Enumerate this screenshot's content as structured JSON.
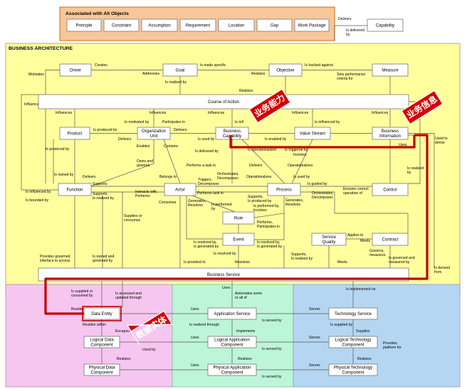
{
  "colors": {
    "assoc_fill": "#f7c79a",
    "assoc_border": "#e07b2a",
    "business_fill": "#ffff9e",
    "data_fill": "#f6c6f0",
    "app_fill": "#bdf5d9",
    "tech_fill": "#b5d6f2",
    "box_fill": "#ffffff",
    "box_border": "#777777",
    "line": "#555555",
    "highlight": "#c00000",
    "callout_fill": "#d40000",
    "callout_text": "#ffffff"
  },
  "associated": {
    "title": "Associated with All Objects",
    "items": [
      "Principle",
      "Constraint",
      "Assumption",
      "Requirement",
      "Location",
      "Gap",
      "Work Package"
    ]
  },
  "capability": "Capability",
  "business_architecture": "BUSINESS ARCHITECTURE",
  "entities": {
    "driver": "Driver",
    "goal": "Goal",
    "objective": "Objective",
    "measure": "Measure",
    "course_of_action": "Course of Action",
    "product": "Product",
    "org_unit": "Organization\nUnit",
    "business_capability": "Business\nCapability",
    "value_stream": "Value Stream",
    "business_information": "Business\nInformation",
    "function": "Function",
    "actor": "Actor",
    "process": "Process",
    "control": "Control",
    "role": "Role",
    "event": "Event",
    "service_quality": "Service\nQuality",
    "contract": "Contract",
    "business_service": "Business Service",
    "data_entity": "Data Entity",
    "logical_data_component": "Logical Data\nComponent",
    "physical_data_component": "Physical Data\nComponent",
    "application_service": "Application Service",
    "logical_application_component": "Logical Application\nComponent",
    "physical_application_component": "Physical Application\nComponent",
    "technology_service": "Technology Service",
    "logical_technology_component": "Logical Technology\nComponent",
    "physical_technology_component": "Physical Technology\nComponent"
  },
  "callouts": {
    "business_capability": "业务能力",
    "business_information": "业务信息",
    "data_entity": "数据实体"
  },
  "labels": {
    "delivers_top": "Delivers",
    "is_delivered_by": "Is delivered\nby",
    "motivates": "Motivates",
    "creates": "Creates",
    "addresses": "Addresses",
    "is_made_specific": "Is made specific",
    "realizes_goal": "Realizes",
    "is_tracked_against": "Is tracked against",
    "sets_performance": "Sets performance\ncriteria for",
    "is_realized_by_goal": "Is realized by",
    "realizes_coa": "Realizes",
    "influences_left": "Influences",
    "influences_1": "Influences",
    "influences_2": "Influences",
    "influences_3": "Influences",
    "influences_4": "Influences",
    "influences_5": "Influences",
    "is_infl": "Is infl",
    "is_influenced_by": "Is influenced by",
    "is_produced_by": "Is produced by",
    "is_motivated_by": "Is motivated by",
    "participates_in": "Participates in",
    "is_produced_by_left": "Is produced by",
    "delivers_org": "Delivers",
    "delivers_org2": "Delivers",
    "is_used_by": "Is used by",
    "is_enabled_by": "Is enabled by",
    "used_to_derive": "Used to\nderive",
    "uses_info": "Uses",
    "enables": "Enables",
    "contains": "Contains",
    "is_delivered_by_cap": "Is delivered by",
    "is_operationalized": "Is operationalized",
    "is_triggered_by": "Is triggered by",
    "involves": "Involves",
    "owns_and_governs": "Owns and\ngoverns",
    "performs_task": "Performs a task in",
    "delivers_mid": "Delivers",
    "operationalizes": "Operationalizes",
    "is_realized_by_right": "Is realized\nby",
    "is_owned_by": "Is owned by",
    "delivers_fn": "Delivers",
    "belongs_to": "Belongs to",
    "triggers": "Triggers,\nDecomposes",
    "orchestrates_top": "Orchestrates,\nDecomposes",
    "operationalizes_2": "Operationalizes",
    "is_used_by_2": "Is used by",
    "is_guided_by": "Is guided by",
    "is_influenced_by_left": "Is influenced by",
    "supports": "Supports",
    "supports_realized": "Supports,\nIs realized by",
    "interacts_with": "Interacts with,\nPerforms",
    "performs_task_2": "Performs task in",
    "supports_produced": "Supports,\nIs produced by",
    "orchestrates_decomposes": "Orchestrates,\nDecomposes",
    "ensures_correct": "Ensures correct\noperation of",
    "is_bounded_by": "Is bounded by",
    "consumes": "Consumes",
    "generates_resolves": "Generates,\nResolves",
    "is_performed_by": "Is performed\nby",
    "is_performed_involves": "Is performed by,\nInvolves",
    "generates_resolves_2": "Generates,\nResolves",
    "supplies_or_consumes": "Supplies or\nconsumes",
    "performs_participates": "Performs,\nParticipates in",
    "applies_to": "Applies to",
    "meets": "Meets",
    "is_resolved_by": "Is resolved by,\nIs generated by",
    "is_resolved_by_2": "Is resolved by,\nIs generated by",
    "governs_measures": "Governs,\nmeasures",
    "provides_governed": "Provides governed\ninterface to access",
    "is_owned_governed": "Is owned and\ngoverned by",
    "is_resolved_by_3": "Is resolved by",
    "supports_is_realized": "Supports,\nIs realized by",
    "is_governed_measured": "Is governed and\nmeasured by",
    "is_provided_to": "Is provided to",
    "resolves": "Resolves",
    "meets_2": "Meets",
    "is_derived_from": "Is derived\nfrom",
    "uses_bs": "Uses",
    "is_supplied_consumed": "Is supplied or\nconsumed by",
    "is_accessed_updated": "Is accessed and\nupdated through",
    "resides": "Resides",
    "automates": "Automates some\nor all of",
    "is_implemented_on": "Is implemented on",
    "uses_data": "Uses",
    "is_served_by": "Is served by",
    "serves": "Serves",
    "resides_within": "Resides within",
    "encapsu": "Encapsu",
    "is_realized_through": "Is realized through",
    "implements": "Implements",
    "is_supplied_by": "Is supplied by",
    "supplies": "Supplies",
    "uses_la": "Uses",
    "is_served_by_2": "Is served by",
    "serves_2": "Serves",
    "provides_platform": "Provides\nplatform for",
    "used_by": "Used by",
    "is_served_by_3": "Is served by",
    "realizes_d": "Realizes",
    "realizes_a": "Realizes",
    "realizes_t": "Realizes",
    "uses_pa": "Uses",
    "is_served_by_4": "Is served by",
    "serves_3": "Serves"
  }
}
